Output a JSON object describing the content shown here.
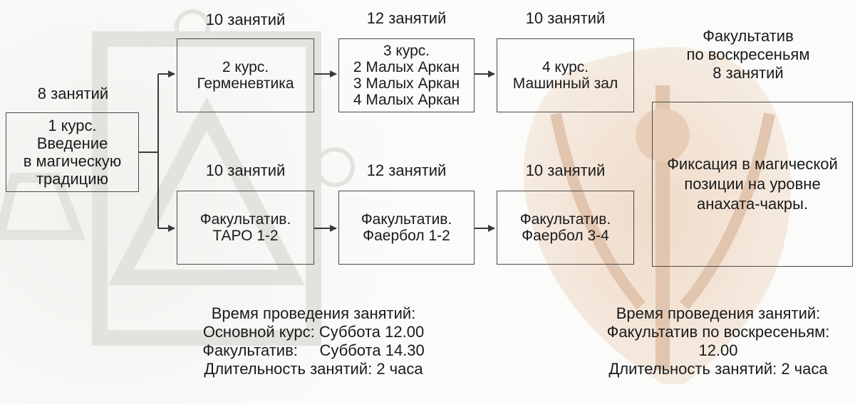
{
  "courses": {
    "c1": {
      "count": "8 занятий",
      "lines": [
        "1 курс.",
        "Введение",
        "в магическую",
        "традицию"
      ]
    },
    "c2": {
      "count": "10 занятий",
      "lines": [
        "2 курс.",
        "Герменевтика"
      ]
    },
    "c3": {
      "count": "12 занятий",
      "lines": [
        "3 курс.",
        "2 Малых Аркан",
        "3 Малых Аркан",
        "4 Малых Аркан"
      ]
    },
    "c4": {
      "count": "10 занятий",
      "lines": [
        "4 курс.",
        "Машинный зал"
      ]
    },
    "e1": {
      "count": "10 занятий",
      "lines": [
        "Факультатив.",
        "ТАРО 1-2"
      ]
    },
    "e2": {
      "count": "12 занятий",
      "lines": [
        "Факультатив.",
        "Фаербол 1-2"
      ]
    },
    "e3": {
      "count": "10 занятий",
      "lines": [
        "Факультатив.",
        "Фаербол 3-4"
      ]
    },
    "sunday": {
      "header": [
        "Факультатив",
        "по воскресеньям",
        "8 занятий"
      ],
      "lines": [
        "Фиксация в магической",
        "позиции на уровне",
        "анахата-чакры."
      ]
    }
  },
  "schedule_left": [
    "Время проведения занятий:",
    "Основной курс: Суббота 12.00",
    "Факультатив:     Суббота 14.30",
    "Длительность занятий: 2 часа"
  ],
  "schedule_right": [
    "Время проведения занятий:",
    "Факультатив по воскресеньям:",
    "12.00",
    "Длительность занятий: 2 часа"
  ],
  "colors": {
    "line": "#3a3a3a",
    "border": "#4a4a4a",
    "emblem": "#d9a882",
    "watermark": "#e2e0dc"
  }
}
